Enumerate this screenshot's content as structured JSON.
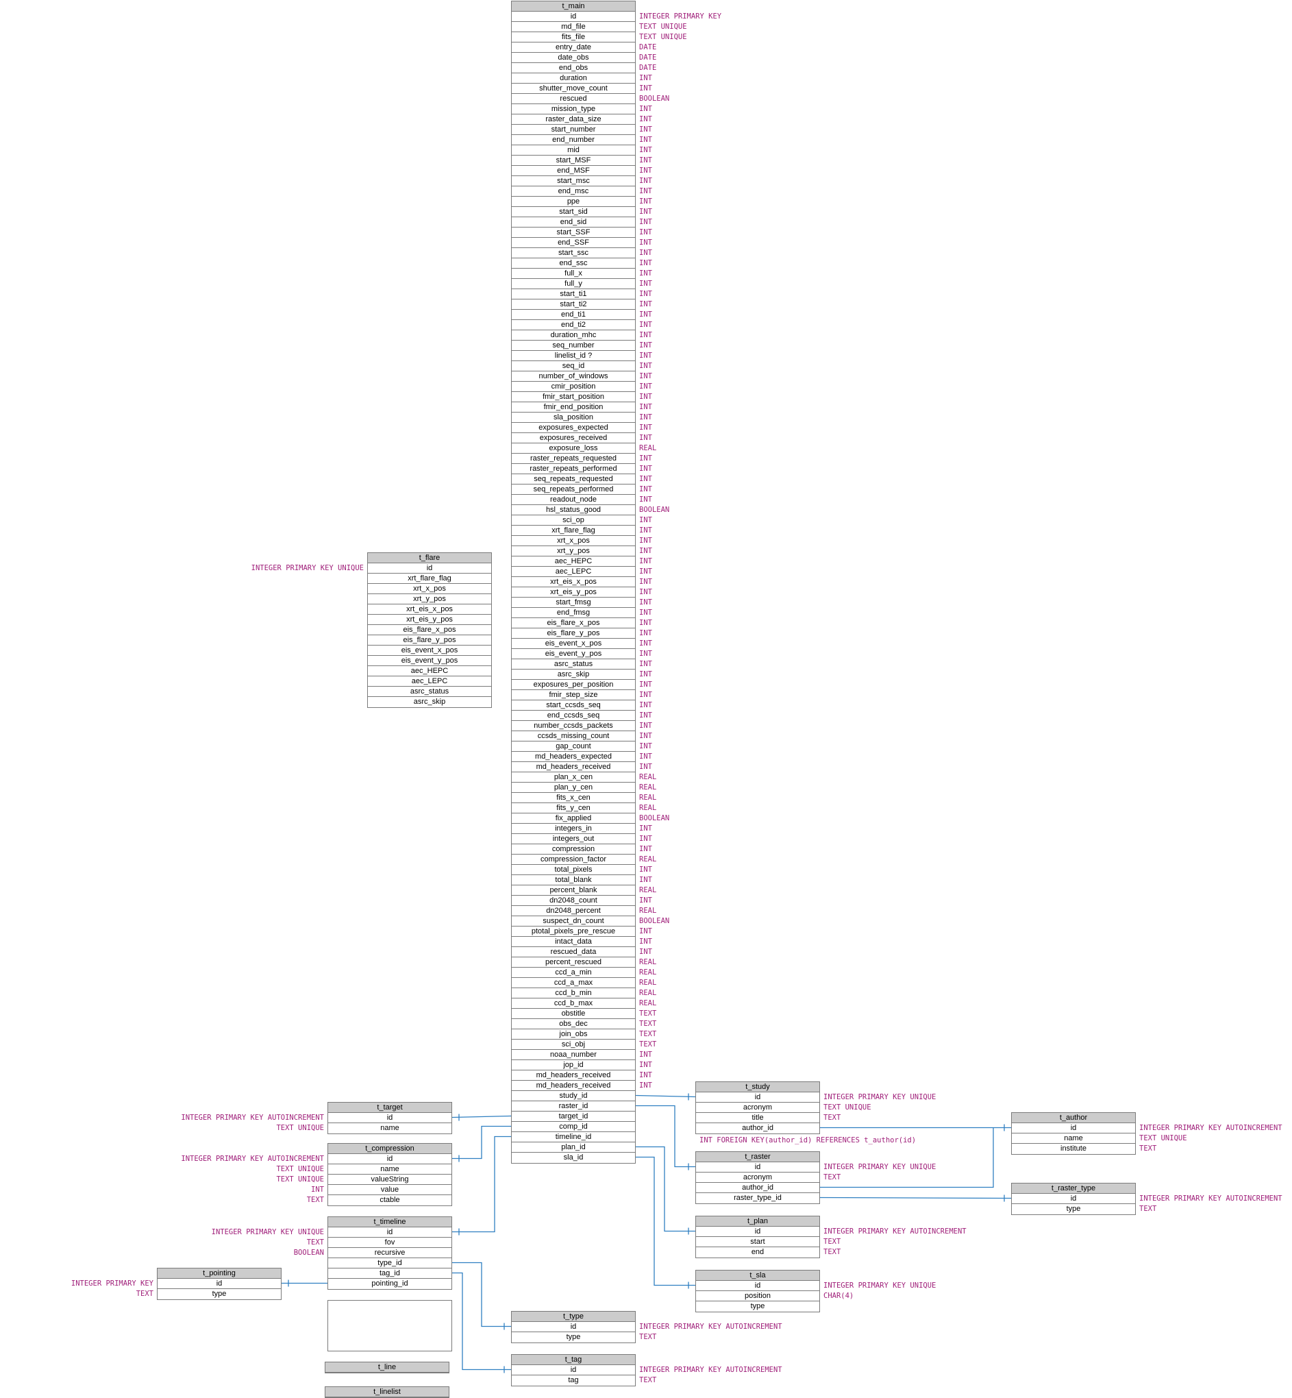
{
  "tables": [
    {
      "id": "t_main",
      "title": "t_main",
      "columns": [
        {
          "name": "id",
          "type": "INTEGER PRIMARY KEY"
        },
        {
          "name": "md_file",
          "type": "TEXT UNIQUE"
        },
        {
          "name": "fits_file",
          "type": "TEXT UNIQUE"
        },
        {
          "name": "entry_date",
          "type": "DATE"
        },
        {
          "name": "date_obs",
          "type": "DATE"
        },
        {
          "name": "end_obs",
          "type": "DATE"
        },
        {
          "name": "duration",
          "type": "INT"
        },
        {
          "name": "shutter_move_count",
          "type": "INT"
        },
        {
          "name": "rescued",
          "type": "BOOLEAN"
        },
        {
          "name": "mission_type",
          "type": "INT"
        },
        {
          "name": "raster_data_size",
          "type": "INT"
        },
        {
          "name": "start_number",
          "type": "INT"
        },
        {
          "name": "end_number",
          "type": "INT"
        },
        {
          "name": "mid",
          "type": "INT"
        },
        {
          "name": "start_MSF",
          "type": "INT"
        },
        {
          "name": "end_MSF",
          "type": "INT"
        },
        {
          "name": "start_msc",
          "type": "INT"
        },
        {
          "name": "end_msc",
          "type": "INT"
        },
        {
          "name": "ppe",
          "type": "INT"
        },
        {
          "name": "start_sid",
          "type": "INT"
        },
        {
          "name": "end_sid",
          "type": "INT"
        },
        {
          "name": "start_SSF",
          "type": "INT"
        },
        {
          "name": "end_SSF",
          "type": "INT"
        },
        {
          "name": "start_ssc",
          "type": "INT"
        },
        {
          "name": "end_ssc",
          "type": "INT"
        },
        {
          "name": "full_x",
          "type": "INT"
        },
        {
          "name": "full_y",
          "type": "INT"
        },
        {
          "name": "start_ti1",
          "type": "INT"
        },
        {
          "name": "start_ti2",
          "type": "INT"
        },
        {
          "name": "end_ti1",
          "type": "INT"
        },
        {
          "name": "end_ti2",
          "type": "INT"
        },
        {
          "name": "duration_mhc",
          "type": "INT"
        },
        {
          "name": "seq_number",
          "type": "INT"
        },
        {
          "name": "linelist_id ?",
          "type": "INT"
        },
        {
          "name": "seq_id",
          "type": "INT"
        },
        {
          "name": "number_of_windows",
          "type": "INT"
        },
        {
          "name": "cmir_position",
          "type": "INT"
        },
        {
          "name": "fmir_start_position",
          "type": "INT"
        },
        {
          "name": "fmir_end_position",
          "type": "INT"
        },
        {
          "name": "sla_position",
          "type": "INT"
        },
        {
          "name": "exposures_expected",
          "type": "INT"
        },
        {
          "name": "exposures_received",
          "type": "INT"
        },
        {
          "name": "exposure_loss",
          "type": "REAL"
        },
        {
          "name": "raster_repeats_requested",
          "type": "INT"
        },
        {
          "name": "raster_repeats_performed",
          "type": "INT"
        },
        {
          "name": "seq_repeats_requested",
          "type": "INT"
        },
        {
          "name": "seq_repeats_performed",
          "type": "INT"
        },
        {
          "name": "readout_node",
          "type": "INT"
        },
        {
          "name": "hsl_status_good",
          "type": "BOOLEAN"
        },
        {
          "name": "sci_op",
          "type": "INT"
        },
        {
          "name": "xrt_flare_flag",
          "type": "INT"
        },
        {
          "name": "xrt_x_pos",
          "type": "INT"
        },
        {
          "name": "xrt_y_pos",
          "type": "INT"
        },
        {
          "name": "aec_HEPC",
          "type": "INT"
        },
        {
          "name": "aec_LEPC",
          "type": "INT"
        },
        {
          "name": "xrt_eis_x_pos",
          "type": "INT"
        },
        {
          "name": "xrt_eis_y_pos",
          "type": "INT"
        },
        {
          "name": "start_fmsg",
          "type": "INT"
        },
        {
          "name": "end_fmsg",
          "type": "INT"
        },
        {
          "name": "eis_flare_x_pos",
          "type": "INT"
        },
        {
          "name": "eis_flare_y_pos",
          "type": "INT"
        },
        {
          "name": "eis_event_x_pos",
          "type": "INT"
        },
        {
          "name": "eis_event_y_pos",
          "type": "INT"
        },
        {
          "name": "asrc_status",
          "type": "INT"
        },
        {
          "name": "asrc_skip",
          "type": "INT"
        },
        {
          "name": "exposures_per_position",
          "type": "INT"
        },
        {
          "name": "fmir_step_size",
          "type": "INT"
        },
        {
          "name": "start_ccsds_seq",
          "type": "INT"
        },
        {
          "name": "end_ccsds_seq",
          "type": "INT"
        },
        {
          "name": "number_ccsds_packets",
          "type": "INT"
        },
        {
          "name": "ccsds_missing_count",
          "type": "INT"
        },
        {
          "name": "gap_count",
          "type": "INT"
        },
        {
          "name": "md_headers_expected",
          "type": "INT"
        },
        {
          "name": "md_headers_received",
          "type": "INT"
        },
        {
          "name": "plan_x_cen",
          "type": "REAL"
        },
        {
          "name": "plan_y_cen",
          "type": "REAL"
        },
        {
          "name": "fits_x_cen",
          "type": "REAL"
        },
        {
          "name": "fits_y_cen",
          "type": "REAL"
        },
        {
          "name": "fix_applied",
          "type": "BOOLEAN"
        },
        {
          "name": "integers_in",
          "type": "INT"
        },
        {
          "name": "integers_out",
          "type": "INT"
        },
        {
          "name": "compression",
          "type": "INT"
        },
        {
          "name": "compression_factor",
          "type": "REAL"
        },
        {
          "name": "total_pixels",
          "type": "INT"
        },
        {
          "name": "total_blank",
          "type": "INT"
        },
        {
          "name": "percent_blank",
          "type": "REAL"
        },
        {
          "name": "dn2048_count",
          "type": "INT"
        },
        {
          "name": "dn2048_percent",
          "type": "REAL"
        },
        {
          "name": "suspect_dn_count",
          "type": "BOOLEAN"
        },
        {
          "name": "ptotal_pixels_pre_rescue",
          "type": "INT"
        },
        {
          "name": "intact_data",
          "type": "INT"
        },
        {
          "name": "rescued_data",
          "type": "INT"
        },
        {
          "name": "percent_rescued",
          "type": "REAL"
        },
        {
          "name": "ccd_a_min",
          "type": "REAL"
        },
        {
          "name": "ccd_a_max",
          "type": "REAL"
        },
        {
          "name": "ccd_b_min",
          "type": "REAL"
        },
        {
          "name": "ccd_b_max",
          "type": "REAL"
        },
        {
          "name": "obstitle",
          "type": "TEXT"
        },
        {
          "name": "obs_dec",
          "type": "TEXT"
        },
        {
          "name": "join_obs",
          "type": "TEXT"
        },
        {
          "name": "sci_obj",
          "type": "TEXT"
        },
        {
          "name": "noaa_number",
          "type": "INT"
        },
        {
          "name": "jop_id",
          "type": "INT"
        },
        {
          "name": "md_headers_received",
          "type": "INT"
        },
        {
          "name": "md_headers_received",
          "type": "INT"
        },
        {
          "name": "study_id",
          "type": ""
        },
        {
          "name": "raster_id",
          "type": ""
        },
        {
          "name": "target_id",
          "type": ""
        },
        {
          "name": "comp_id",
          "type": ""
        },
        {
          "name": "timeline_id",
          "type": ""
        },
        {
          "name": "plan_id",
          "type": ""
        },
        {
          "name": "sla_id",
          "type": ""
        }
      ]
    },
    {
      "id": "t_flare",
      "title": "t_flare",
      "columns": [
        {
          "name": "id",
          "type": "INTEGER PRIMARY KEY UNIQUE"
        },
        {
          "name": "xrt_flare_flag",
          "type": ""
        },
        {
          "name": "xrt_x_pos",
          "type": ""
        },
        {
          "name": "xrt_y_pos",
          "type": ""
        },
        {
          "name": "xrt_eis_x_pos",
          "type": ""
        },
        {
          "name": "xrt_eis_y_pos",
          "type": ""
        },
        {
          "name": "eis_flare_x_pos",
          "type": ""
        },
        {
          "name": "eis_flare_y_pos",
          "type": ""
        },
        {
          "name": "eis_event_x_pos",
          "type": ""
        },
        {
          "name": "eis_event_y_pos",
          "type": ""
        },
        {
          "name": "aec_HEPC",
          "type": ""
        },
        {
          "name": "aec_LEPC",
          "type": ""
        },
        {
          "name": "asrc_status",
          "type": ""
        },
        {
          "name": "asrc_skip",
          "type": ""
        }
      ]
    },
    {
      "id": "t_target",
      "title": "t_target",
      "columns": [
        {
          "name": "id",
          "type": "INTEGER PRIMARY KEY AUTOINCREMENT"
        },
        {
          "name": "name",
          "type": "TEXT UNIQUE"
        }
      ]
    },
    {
      "id": "t_compression",
      "title": "t_compression",
      "columns": [
        {
          "name": "id",
          "type": "INTEGER PRIMARY KEY AUTOINCREMENT"
        },
        {
          "name": "name",
          "type": "TEXT UNIQUE"
        },
        {
          "name": "valueString",
          "type": "TEXT UNIQUE"
        },
        {
          "name": "value",
          "type": "INT"
        },
        {
          "name": "ctable",
          "type": "TEXT"
        }
      ]
    },
    {
      "id": "t_timeline",
      "title": "t_timeline",
      "columns": [
        {
          "name": "id",
          "type": "INTEGER PRIMARY KEY UNIQUE"
        },
        {
          "name": "fov",
          "type": "TEXT"
        },
        {
          "name": "recursive",
          "type": "BOOLEAN"
        },
        {
          "name": "type_id",
          "type": ""
        },
        {
          "name": "tag_id",
          "type": ""
        },
        {
          "name": "pointing_id",
          "type": ""
        }
      ]
    },
    {
      "id": "t_pointing",
      "title": "t_pointing",
      "columns": [
        {
          "name": "id",
          "type": "INTEGER PRIMARY KEY"
        },
        {
          "name": "type",
          "type": "TEXT"
        }
      ]
    },
    {
      "id": "t_type",
      "title": "t_type",
      "columns": [
        {
          "name": "id",
          "type": "INTEGER PRIMARY KEY AUTOINCREMENT"
        },
        {
          "name": "type",
          "type": "TEXT"
        }
      ]
    },
    {
      "id": "t_tag",
      "title": "t_tag",
      "columns": [
        {
          "name": "id",
          "type": "INTEGER PRIMARY KEY AUTOINCREMENT"
        },
        {
          "name": "tag",
          "type": "TEXT"
        }
      ]
    },
    {
      "id": "t_study",
      "title": "t_study",
      "columns": [
        {
          "name": "id",
          "type": "INTEGER PRIMARY KEY UNIQUE"
        },
        {
          "name": "acronym",
          "type": "TEXT UNIQUE"
        },
        {
          "name": "title",
          "type": "TEXT"
        },
        {
          "name": "author_id",
          "type": ""
        }
      ],
      "note": "INT FOREIGN KEY(author_id) REFERENCES t_author(id)"
    },
    {
      "id": "t_raster",
      "title": "t_raster",
      "columns": [
        {
          "name": "id",
          "type": "INTEGER PRIMARY KEY UNIQUE"
        },
        {
          "name": "acronym",
          "type": "TEXT"
        },
        {
          "name": "author_id",
          "type": ""
        },
        {
          "name": "raster_type_id",
          "type": ""
        }
      ]
    },
    {
      "id": "t_plan",
      "title": "t_plan",
      "columns": [
        {
          "name": "id",
          "type": "INTEGER PRIMARY KEY AUTOINCREMENT"
        },
        {
          "name": "start",
          "type": "TEXT"
        },
        {
          "name": "end",
          "type": "TEXT"
        }
      ]
    },
    {
      "id": "t_sla",
      "title": "t_sla",
      "columns": [
        {
          "name": "id",
          "type": "INTEGER PRIMARY KEY UNIQUE"
        },
        {
          "name": "position",
          "type": "CHAR(4)"
        },
        {
          "name": "type",
          "type": ""
        }
      ]
    },
    {
      "id": "t_author",
      "title": "t_author",
      "columns": [
        {
          "name": "id",
          "type": "INTEGER PRIMARY KEY AUTOINCREMENT"
        },
        {
          "name": "name",
          "type": "TEXT UNIQUE"
        },
        {
          "name": "institute",
          "type": "TEXT"
        }
      ]
    },
    {
      "id": "t_raster_type",
      "title": "t_raster_type",
      "columns": [
        {
          "name": "id",
          "type": "INTEGER PRIMARY KEY AUTOINCREMENT"
        },
        {
          "name": "type",
          "type": "TEXT"
        }
      ]
    },
    {
      "id": "blank_box",
      "title": "",
      "columns": []
    },
    {
      "id": "t_line",
      "title": "t_line",
      "columns": []
    },
    {
      "id": "t_linelist",
      "title": "t_linelist",
      "columns": []
    }
  ],
  "colors": {
    "type_text": "#a0207a",
    "link": "#2f7fc1",
    "header_bg": "#cccccc",
    "border": "#7a7a7a"
  }
}
